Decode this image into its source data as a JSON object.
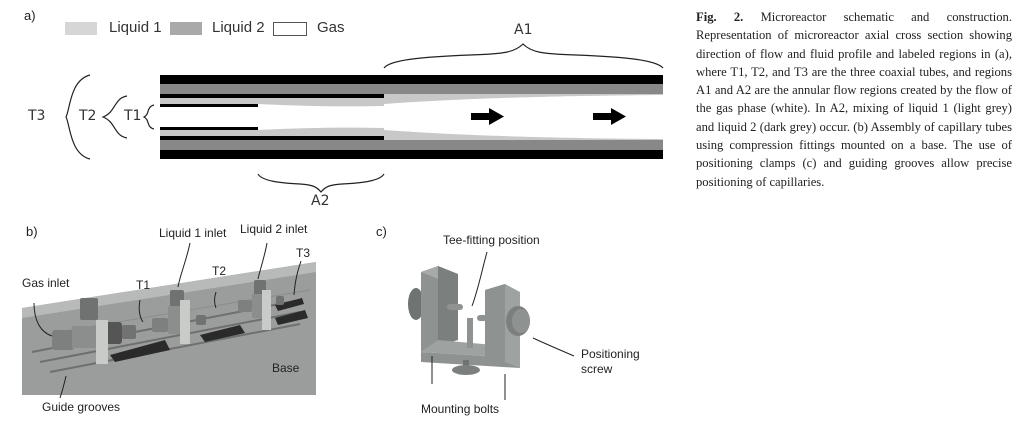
{
  "figure": {
    "panel_a": {
      "label": "a)",
      "legend": [
        {
          "name": "Liquid 1",
          "color": "#d6d6d6"
        },
        {
          "name": "Liquid 2",
          "color": "#a9a9a9"
        },
        {
          "name": "Gas",
          "color": "#ffffff"
        }
      ],
      "tube_labels": [
        "T3",
        "T2",
        "T1"
      ],
      "region_labels": {
        "top": "A1",
        "bottom": "A2"
      },
      "colors": {
        "wall": "#000000",
        "liquid1": "#c8c8c8",
        "liquid2": "#888888",
        "gas": "#ffffff"
      }
    },
    "panel_b": {
      "label": "b)",
      "labels": {
        "gas_inlet": "Gas inlet",
        "liquid1_inlet": "Liquid 1 inlet",
        "liquid2_inlet": "Liquid 2 inlet",
        "t1": "T1",
        "t2": "T2",
        "t3": "T3",
        "base": "Base",
        "guide_grooves": "Guide grooves"
      }
    },
    "panel_c": {
      "label": "c)",
      "labels": {
        "tee_fitting": "Tee-fitting position",
        "positioning_screw_1": "Positioning",
        "positioning_screw_2": "screw",
        "mounting_bolts": "Mounting bolts"
      }
    },
    "caption": {
      "prefix": "Fig.  2.",
      "text": " Microreactor schematic and construction. Representation of microreactor axial cross section showing direction of flow and fluid profile and labeled regions in (a), where T1, T2, and T3 are the three coaxial tubes, and regions A1 and A2 are the annular flow regions created by the flow of the gas phase (white). In A2, mixing of liquid 1 (light grey) and liquid 2 (dark grey) occur. (b) Assembly of capillary tubes using compression fittings mounted on a base. The use of positioning clamps (c) and guiding grooves allow precise positioning of capillaries."
    }
  }
}
